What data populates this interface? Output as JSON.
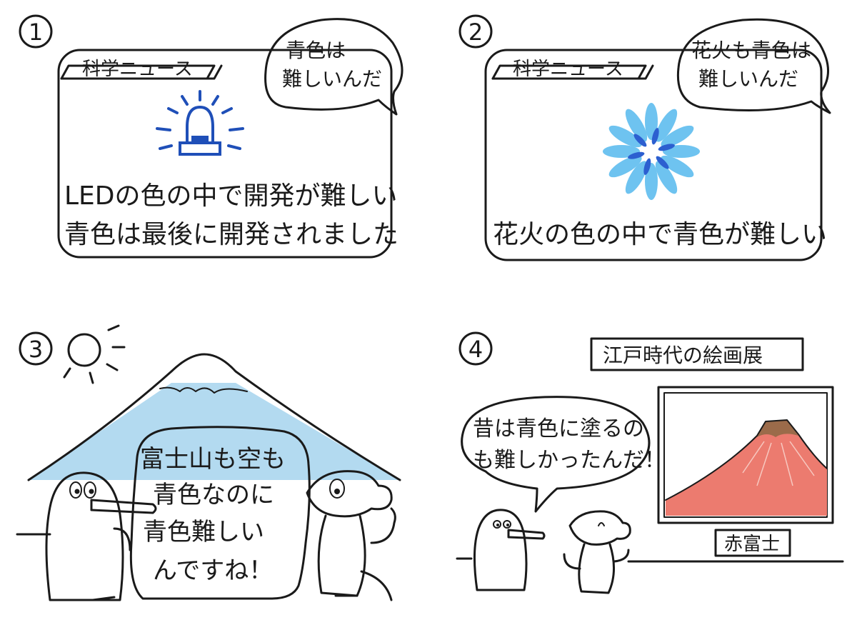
{
  "panels": [
    {
      "number": "1",
      "news_label": "科学ニュース",
      "speech": [
        "青色は",
        "難しいんだ"
      ],
      "caption": [
        "LEDの色の中で開発が難しい",
        "青色は最後に開発されました"
      ]
    },
    {
      "number": "2",
      "news_label": "科学ニュース",
      "speech": [
        "花火も青色は",
        "難しいんだ"
      ],
      "caption": [
        "花火の色の中で青色が難しい"
      ]
    },
    {
      "number": "3",
      "speech": [
        "富士山も空も",
        "青色なのに",
        "青色難しい",
        "んですね！"
      ]
    },
    {
      "number": "4",
      "exhibit_sign": "江戸時代の絵画展",
      "speech": [
        "昔は青色に塗るの",
        "も難しかったんだ！"
      ],
      "painting_title": "赤富士"
    }
  ],
  "colors": {
    "led_blue": "#1f4fb8",
    "firework_light": "#6ec3f0",
    "firework_dark": "#2c5fd0",
    "sky_blue": "#b3daf0",
    "red_fuji": "#ec7b6f",
    "fuji_peak": "#9b6b4a",
    "ink": "#1a1a1a"
  }
}
